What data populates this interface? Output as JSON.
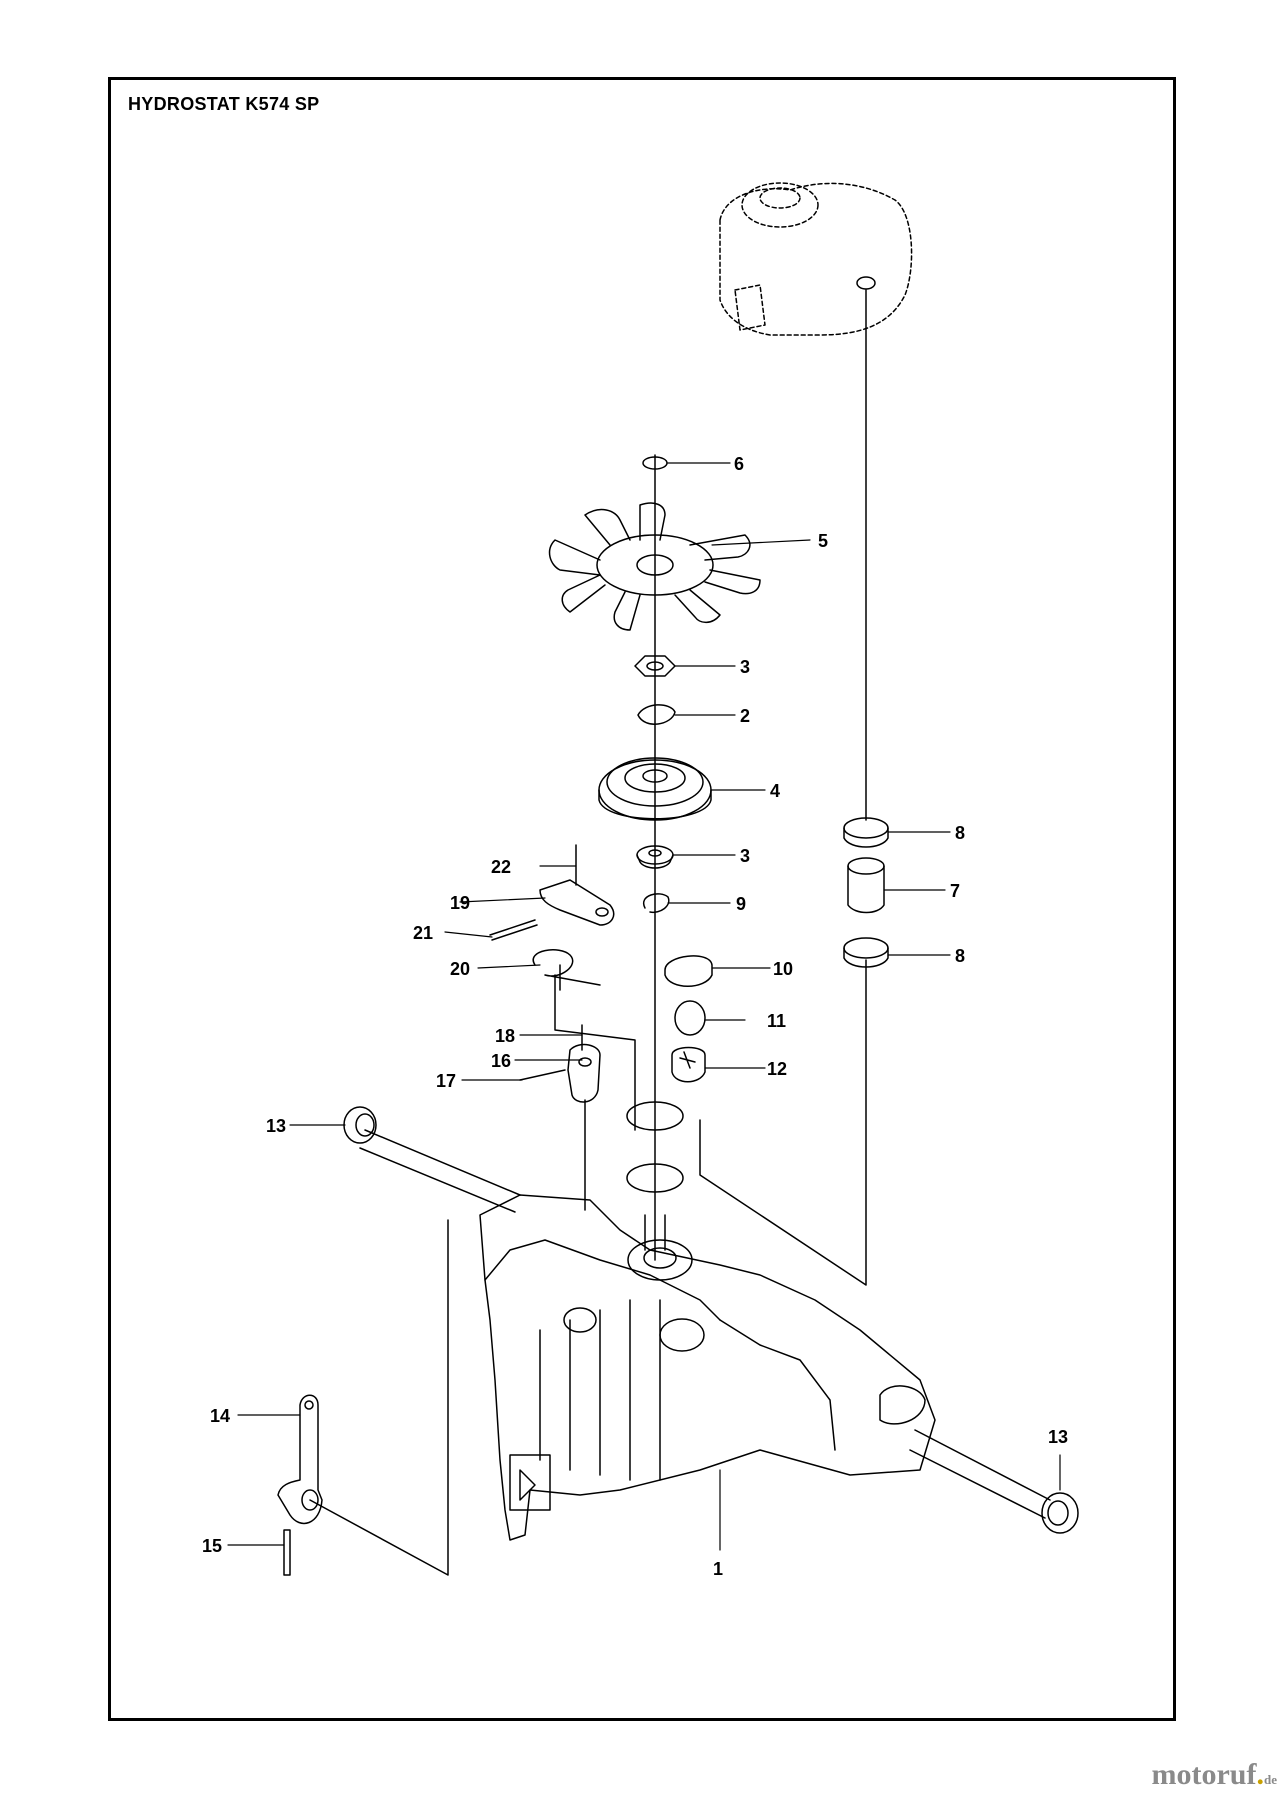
{
  "title": "HYDROSTAT K574 SP",
  "callouts": [
    {
      "id": "c1",
      "label": "1"
    },
    {
      "id": "c2",
      "label": "2"
    },
    {
      "id": "c3a",
      "label": "3"
    },
    {
      "id": "c3b",
      "label": "3"
    },
    {
      "id": "c4",
      "label": "4"
    },
    {
      "id": "c5",
      "label": "5"
    },
    {
      "id": "c6",
      "label": "6"
    },
    {
      "id": "c7",
      "label": "7"
    },
    {
      "id": "c8a",
      "label": "8"
    },
    {
      "id": "c8b",
      "label": "8"
    },
    {
      "id": "c9",
      "label": "9"
    },
    {
      "id": "c10",
      "label": "10"
    },
    {
      "id": "c11",
      "label": "11"
    },
    {
      "id": "c12",
      "label": "12"
    },
    {
      "id": "c13a",
      "label": "13"
    },
    {
      "id": "c13b",
      "label": "13"
    },
    {
      "id": "c14",
      "label": "14"
    },
    {
      "id": "c15",
      "label": "15"
    },
    {
      "id": "c16",
      "label": "16"
    },
    {
      "id": "c17",
      "label": "17"
    },
    {
      "id": "c18",
      "label": "18"
    },
    {
      "id": "c19",
      "label": "19"
    },
    {
      "id": "c20",
      "label": "20"
    },
    {
      "id": "c21",
      "label": "21"
    },
    {
      "id": "c22",
      "label": "22"
    }
  ],
  "watermark": {
    "brand": "motoruf",
    "tld": "de"
  }
}
